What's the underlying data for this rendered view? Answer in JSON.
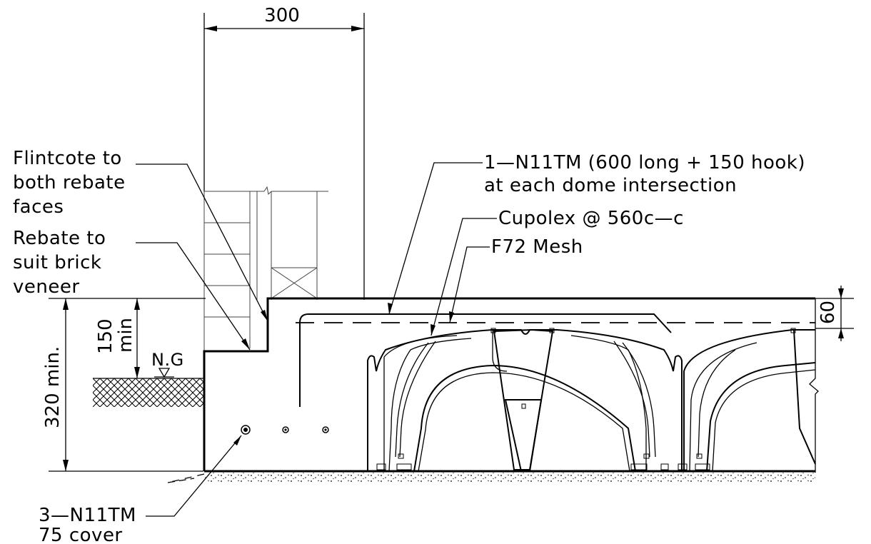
{
  "labels": {
    "dim_top": "300",
    "dim_60": "60",
    "dim_150": "150",
    "dim_min": "min",
    "dim_320": "320 min.",
    "ng": "N.G",
    "flintcote_1": "Flintcote to",
    "flintcote_2": "both rebate",
    "flintcote_3": "faces",
    "rebate_1": "Rebate to",
    "rebate_2": "suit brick",
    "rebate_3": "veneer",
    "n11_hook_1": "1—N11TM (600 long + 150 hook)",
    "n11_hook_2": "at each dome intersection",
    "cupolex": "Cupolex @ 560c—c",
    "mesh": "F72 Mesh",
    "bars_1": "3—N11TM",
    "bars_2": "75 cover"
  }
}
